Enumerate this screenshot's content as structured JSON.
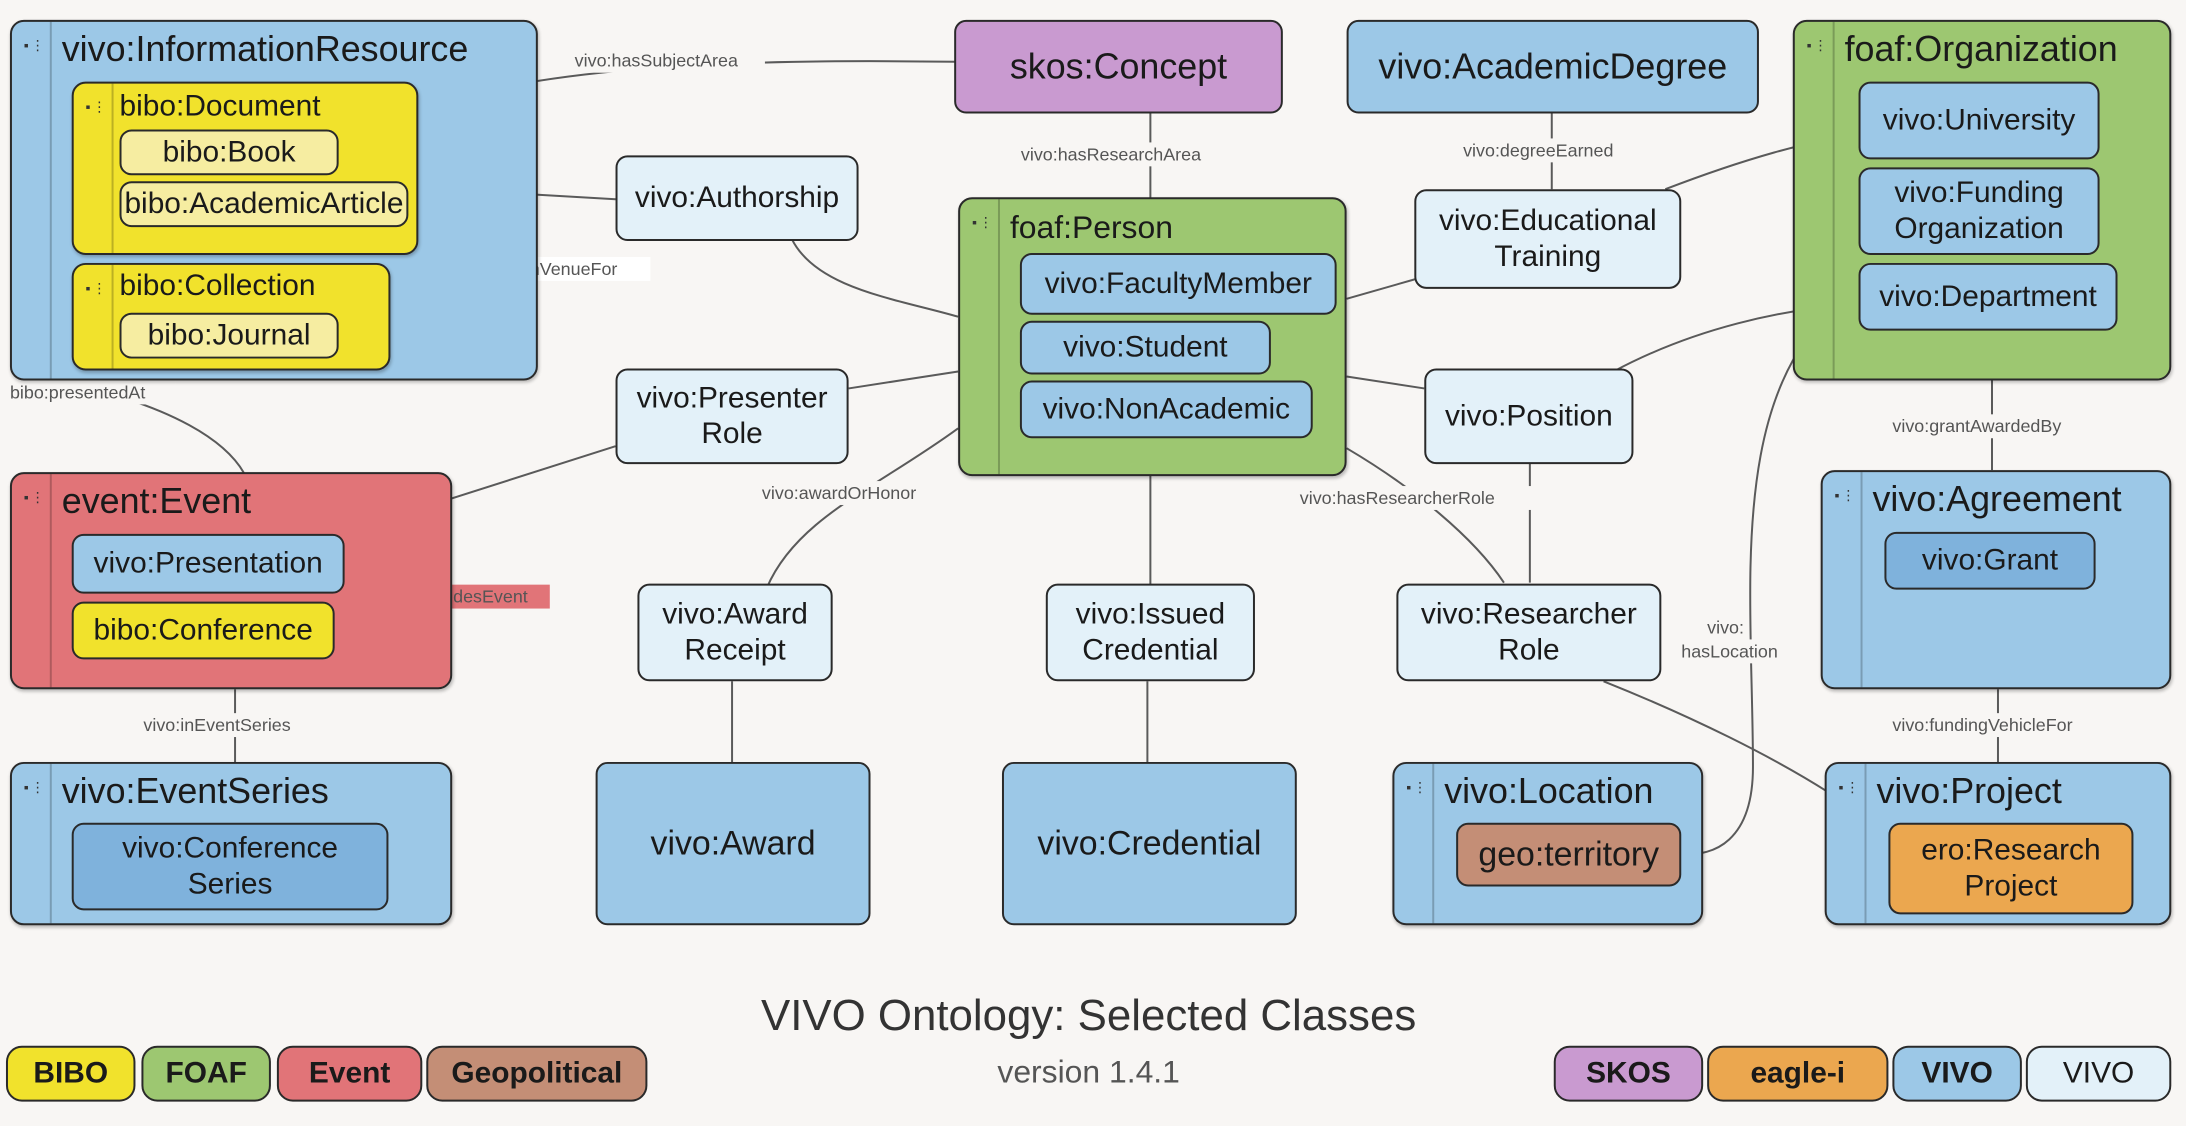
{
  "title": "VIVO Ontology: Selected Classes",
  "version": "version 1.4.1",
  "groups": {
    "information_resource": {
      "title": "vivo:InformationResource"
    },
    "document": {
      "title": "bibo:Document",
      "items": [
        "bibo:Book",
        "bibo:AcademicArticle"
      ]
    },
    "collection": {
      "title": "bibo:Collection",
      "items": [
        "bibo:Journal"
      ]
    },
    "person": {
      "title": "foaf:Person",
      "items": [
        "vivo:FacultyMember",
        "vivo:Student",
        "vivo:NonAcademic"
      ]
    },
    "organization": {
      "title": "foaf:Organization",
      "items": [
        "vivo:University",
        "vivo:Funding\nOrganization",
        "vivo:Department"
      ]
    },
    "event": {
      "title": "event:Event",
      "items": [
        "vivo:Presentation",
        "bibo:Conference"
      ]
    },
    "agreement": {
      "title": "vivo:Agreement",
      "items": [
        "vivo:Grant"
      ]
    },
    "event_series": {
      "title": "vivo:EventSeries",
      "items": [
        "vivo:Conference\nSeries"
      ]
    },
    "location": {
      "title": "vivo:Location",
      "items": [
        "geo:territory"
      ]
    },
    "project": {
      "title": "vivo:Project",
      "items": [
        "ero:Research\nProject"
      ]
    }
  },
  "nodes": {
    "concept": "skos:Concept",
    "academic_degree": "vivo:AcademicDegree",
    "authorship": "vivo:Authorship",
    "educational_training": "vivo:Educational\nTraining",
    "presenter_role": "vivo:Presenter\nRole",
    "position": "vivo:Position",
    "award_receipt": "vivo:Award\nReceipt",
    "issued_credential": "vivo:Issued\nCredential",
    "researcher_role": "vivo:Researcher\nRole",
    "award": "vivo:Award",
    "credential": "vivo:Credential"
  },
  "edge_labels": {
    "hasSubjectArea": "vivo:hasSubjectArea",
    "hasResearchArea": "vivo:hasResearchArea",
    "degreeEarned": "vivo:degreeEarned",
    "publicationVenueFor": "vivo:publicationVenueFor",
    "presentedAt": "bibo:presentedAt",
    "grantAwardedBy": "vivo:grantAwardedBy",
    "awardOrHonor": "vivo:awardOrHonor",
    "hasResearcherRole": "vivo:hasResearcherRole",
    "includesEvent": "vivo:includesEvent",
    "hasLocation_1": "vivo:",
    "hasLocation_2": "hasLocation",
    "inEventSeries": "vivo:inEventSeries",
    "fundingVehicleFor": "vivo:fundingVehicleFor"
  },
  "legend": [
    "BIBO",
    "FOAF",
    "Event",
    "Geopolitical",
    "SKOS",
    "eagle-i",
    "VIVO",
    "VIVO"
  ],
  "colors": {
    "bibo": "#f1e22c",
    "foaf": "#9dc771",
    "event": "#e17478",
    "geopolitical": "#c48e76",
    "skos": "#c99ad0",
    "eagle_i": "#eba74f",
    "vivo": "#9cc8e7",
    "vivo_light": "#e3f1f9"
  }
}
